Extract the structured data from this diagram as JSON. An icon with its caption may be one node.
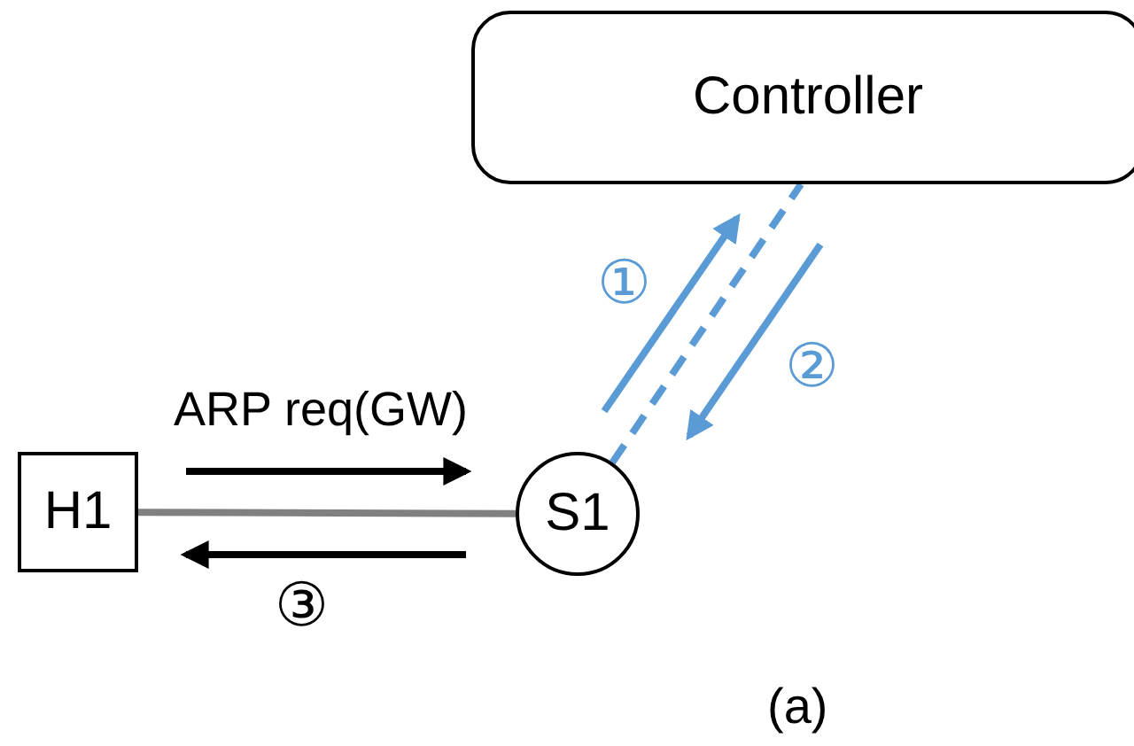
{
  "diagram": {
    "nodes": [
      {
        "text": [
          "Controller"
        ]
      },
      {
        "text": [
          "H1"
        ]
      },
      {
        "text": [
          "S1"
        ]
      }
    ],
    "edges": [
      {
        "from": 1,
        "to": 2,
        "arrow": "none",
        "color": "#808080"
      },
      {
        "from": 2,
        "to": 0,
        "arrow": "none",
        "style": "dashed",
        "color": "#5b9bd5"
      }
    ],
    "labels": [
      "①",
      "②",
      "ARP req(GW)",
      "③",
      "(a)"
    ]
  }
}
